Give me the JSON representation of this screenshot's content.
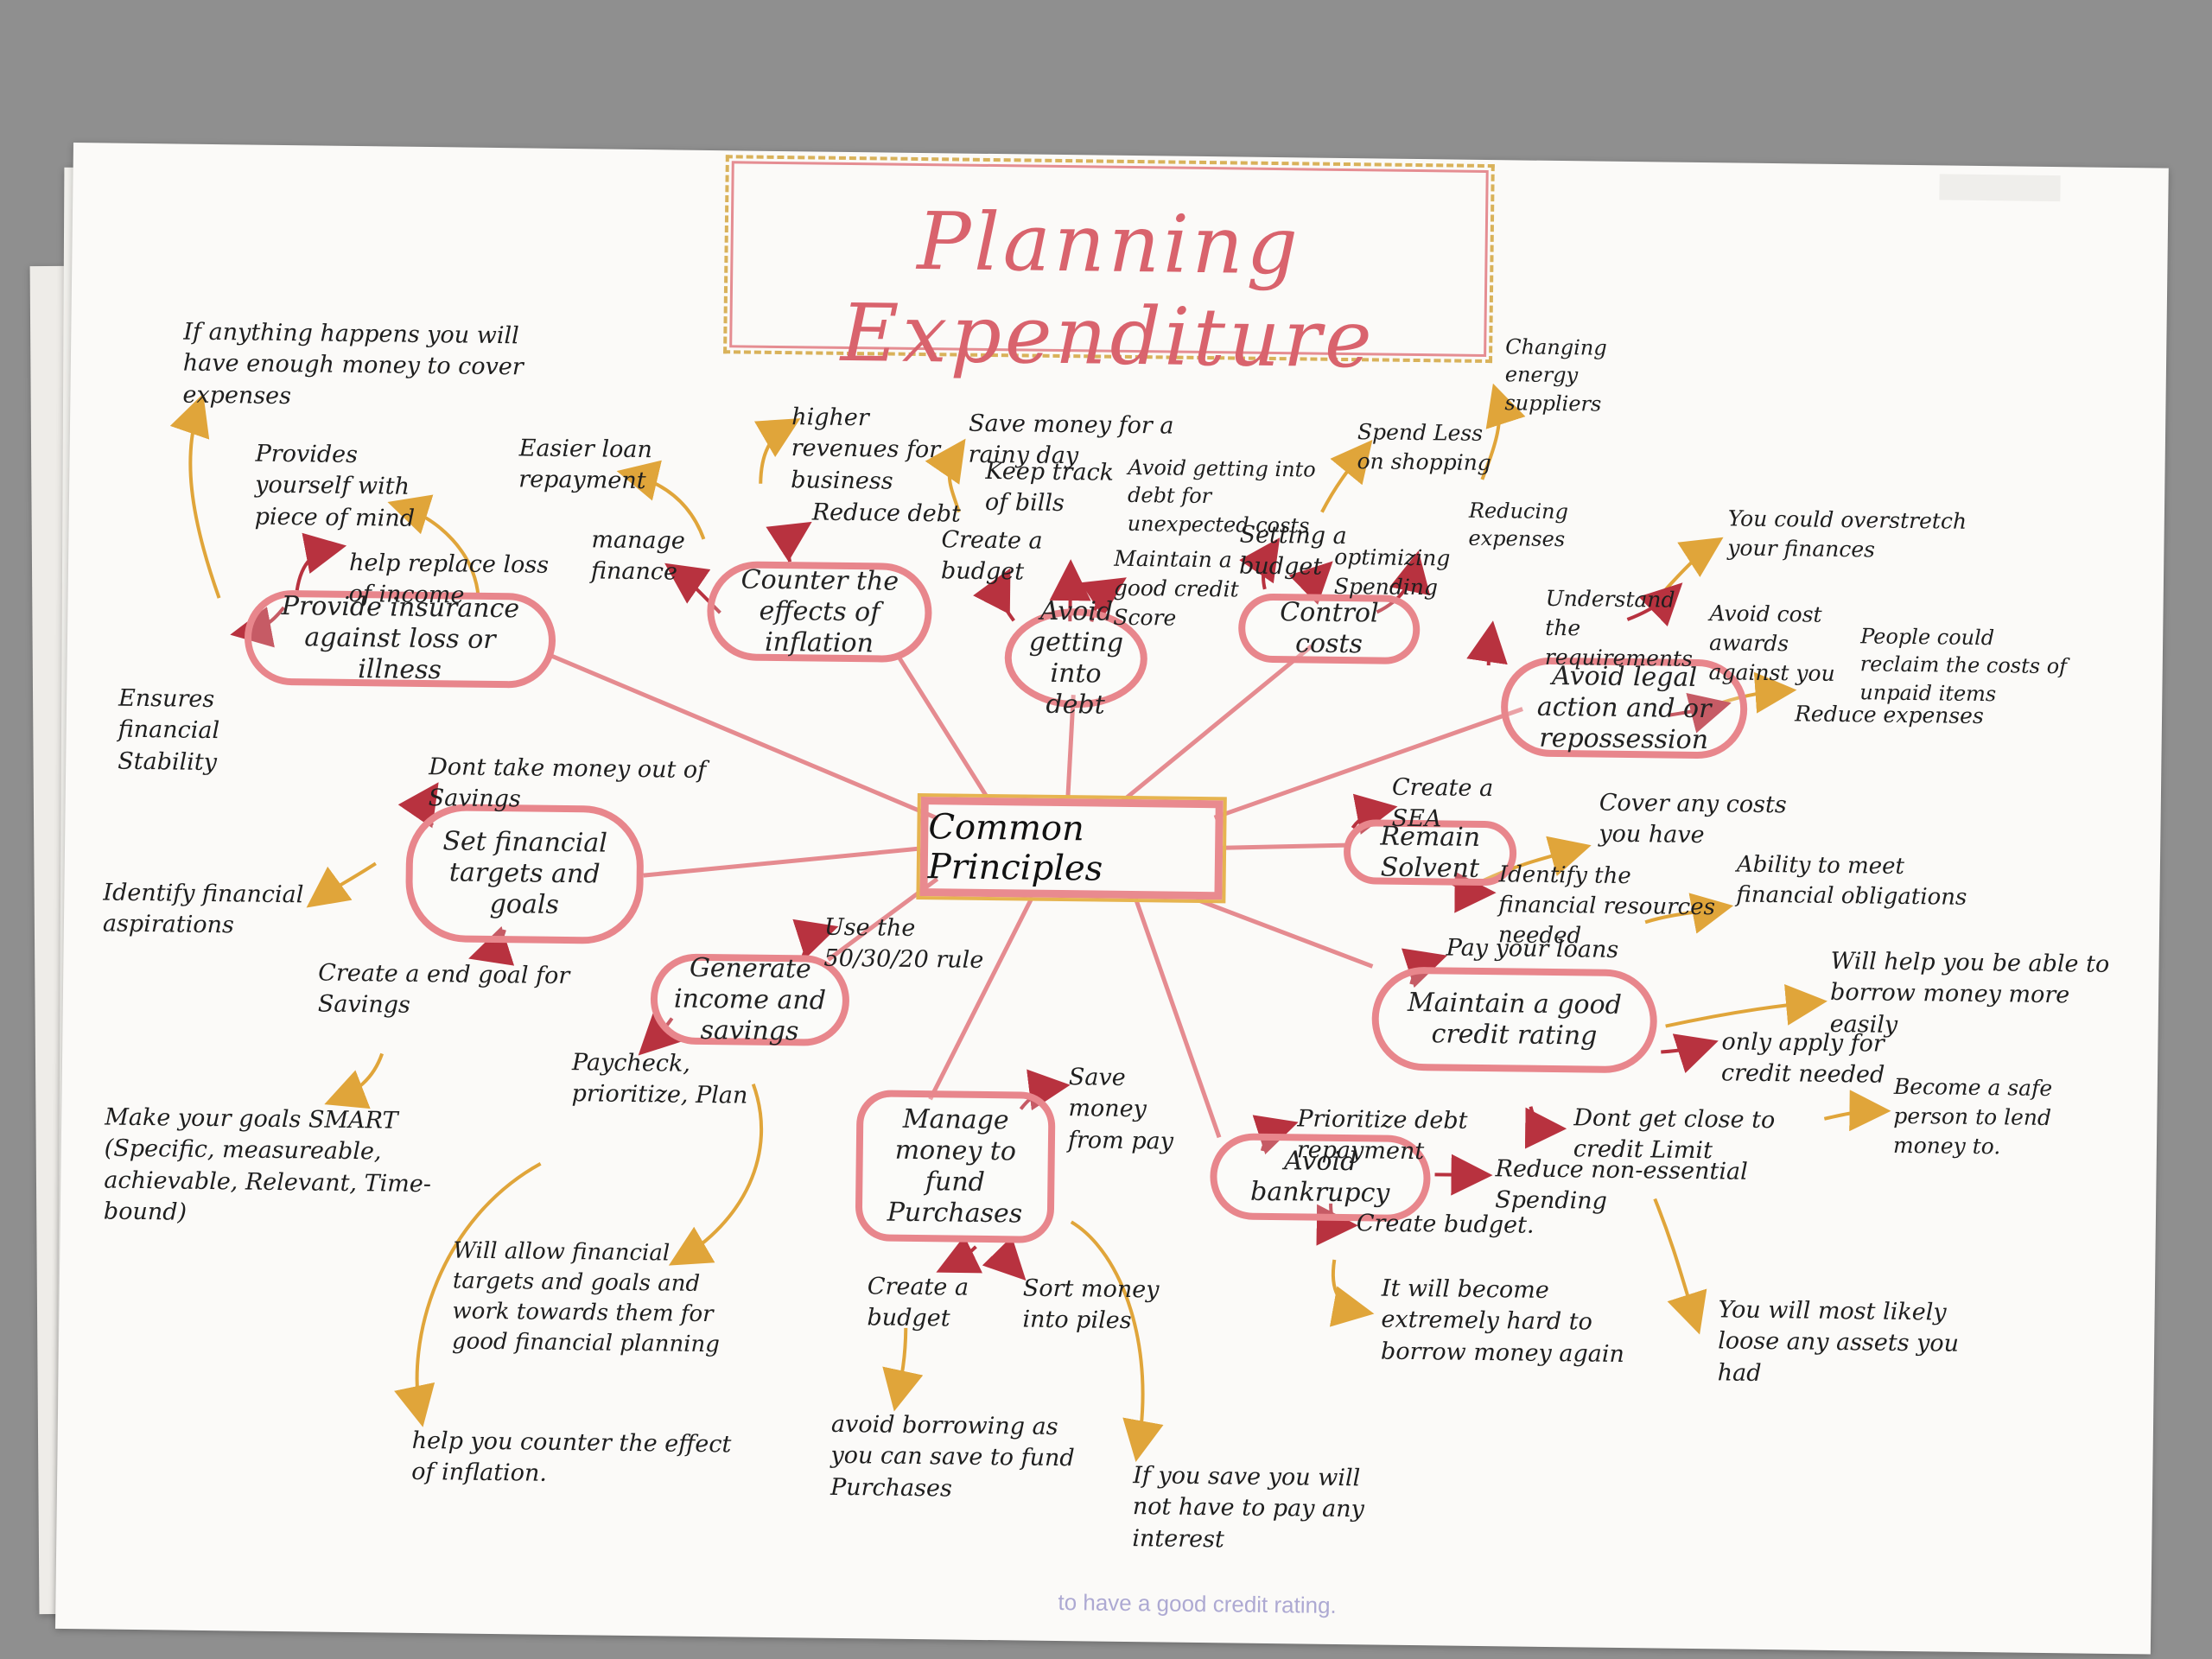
{
  "title": "Planning Expenditure",
  "center": "Common Principles",
  "nodes": [
    {
      "id": "insurance",
      "label": "Provide insurance against loss or illness",
      "notes": [
        "If anything happens you will have enough money to cover expenses",
        "Provides yourself with piece of mind",
        "help replace loss of income",
        "Ensures financial Stability"
      ]
    },
    {
      "id": "inflation",
      "label": "Counter the effects of inflation",
      "notes": [
        "higher revenues for business",
        "Reduce debt",
        "Easier loan repayment",
        "manage finance"
      ]
    },
    {
      "id": "debt",
      "label": "Avoid getting into debt",
      "notes": [
        "Save money for a rainy day",
        "Keep track of bills",
        "Avoid getting into debt for unexpected costs",
        "Create a budget",
        "Maintain a good credit Score"
      ]
    },
    {
      "id": "costs",
      "label": "Control costs",
      "notes": [
        "Changing energy suppliers",
        "Spend Less on shopping",
        "Setting a budget",
        "optimizing Spending",
        "Reducing expenses"
      ]
    },
    {
      "id": "legal",
      "label": "Avoid legal action and or repossession",
      "notes": [
        "You could overstretch your finances",
        "Understand the requirements",
        "Avoid cost awards against you",
        "People could reclaim the costs of unpaid items",
        "Reduce expenses"
      ]
    },
    {
      "id": "solvent",
      "label": "Remain Solvent",
      "notes": [
        "Create a SEA",
        "Cover any costs you have",
        "Identify the financial resources needed",
        "Ability to meet financial obligations"
      ]
    },
    {
      "id": "credit",
      "label": "Maintain a good credit rating",
      "notes": [
        "Pay your loans",
        "Will help you be able to borrow money more easily",
        "only apply for credit needed",
        "Dont get close to credit Limit",
        "Become a safe person to lend money to."
      ]
    },
    {
      "id": "bankruptcy",
      "label": "Avoid bankrupcy",
      "notes": [
        "Prioritize debt repayment",
        "Reduce non-essential Spending",
        "Create budget.",
        "It will become extremely hard to borrow money again",
        "You will most likely loose any assets you had"
      ]
    },
    {
      "id": "manage",
      "label": "Manage money to fund Purchases",
      "notes": [
        "Save money from pay",
        "Create a budget",
        "Sort money into piles",
        "avoid borrowing as you can save to fund Purchases",
        "If you save you will not have to pay any interest"
      ]
    },
    {
      "id": "income",
      "label": "Generate income and savings",
      "notes": [
        "Use the 50/30/20 rule",
        "Paycheck, prioritize, Plan",
        "Will allow financial targets and goals and work towards them for good financial planning",
        "help you counter the effect of inflation."
      ]
    },
    {
      "id": "targets",
      "label": "Set financial targets and goals",
      "notes": [
        "Dont take money out of Savings",
        "Identify financial aspirations",
        "Create a end goal for Savings",
        "Make your goals SMART (Specific, measureable, achievable, Relevant, Time-bound)"
      ]
    }
  ],
  "bleed_text": "to have a good credit rating.",
  "colors": {
    "node_border": "#e8868c",
    "arrow_orange": "#e0a53a",
    "arrow_red": "#b8323f",
    "title": "#d9636d"
  }
}
